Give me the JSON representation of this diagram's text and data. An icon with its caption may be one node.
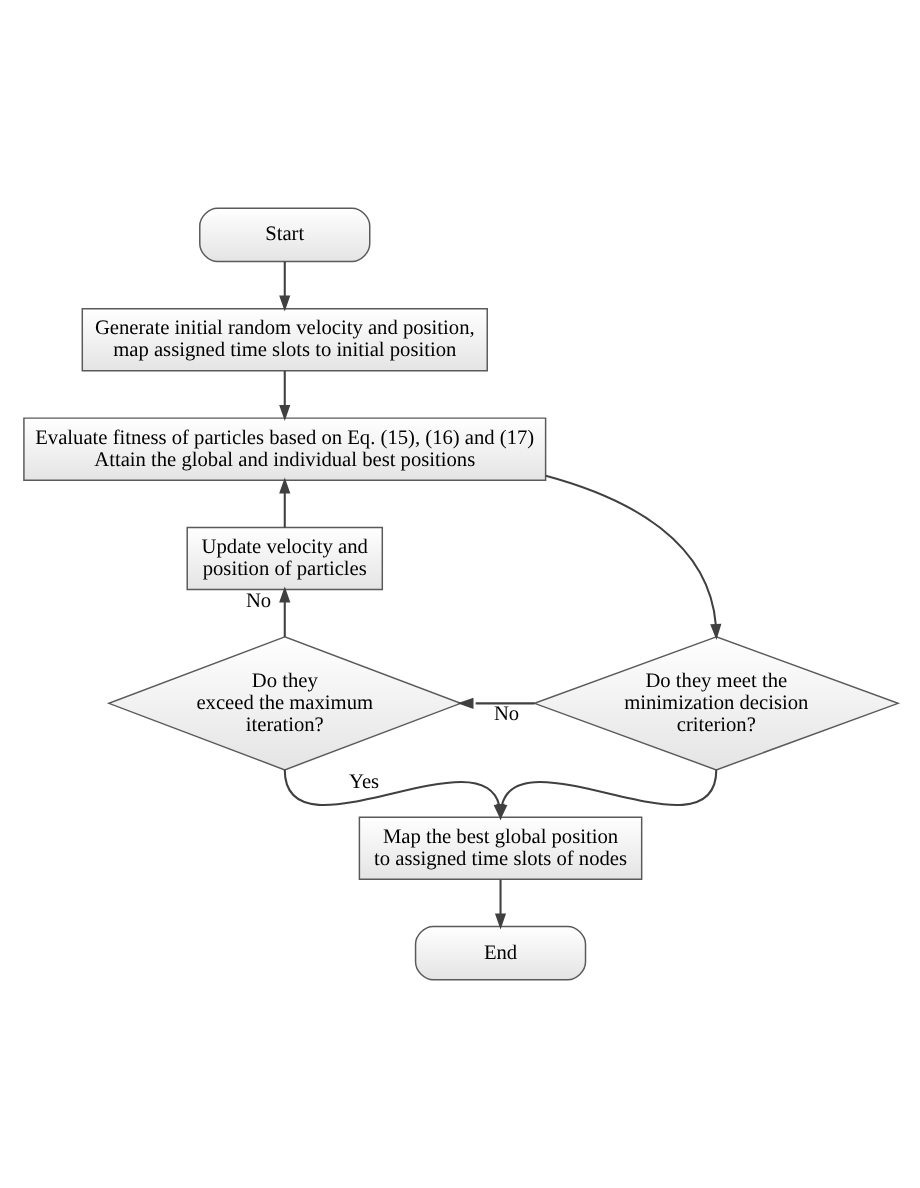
{
  "diagram": {
    "nodes": [
      {
        "text": [
          "Start"
        ]
      },
      {
        "text": [
          "Generate initial random velocity and position, map assigned time slots to initial position"
        ]
      },
      {
        "text": [
          "Evaluate fitness of particles based on Eq. (15), (16) and (17) Attain the global and individual best positions"
        ]
      },
      {
        "text": [
          "Update velocity and position of particles"
        ]
      },
      {
        "text": [
          "Do they exceed the maximum iteration?"
        ]
      },
      {
        "text": [
          "Do they meet the minimization decision criterion?"
        ]
      },
      {
        "text": [
          "Map the best global position to assigned time slots of nodes"
        ]
      },
      {
        "text": [
          "End"
        ]
      }
    ],
    "edges": [
      {
        "from": 0,
        "to": 1,
        "arrow": "to"
      },
      {
        "from": 1,
        "to": 2,
        "arrow": "to"
      },
      {
        "from": 2,
        "to": 5,
        "arrow": "to"
      },
      {
        "from": 5,
        "to": 4,
        "arrow": "to",
        "label": "No"
      },
      {
        "from": 4,
        "to": 3,
        "arrow": "to",
        "label": "No"
      },
      {
        "from": 3,
        "to": 2,
        "arrow": "to"
      },
      {
        "from": 4,
        "to": 6,
        "arrow": "to",
        "label": "Yes"
      },
      {
        "from": 5,
        "to": 6,
        "arrow": "to"
      },
      {
        "from": 6,
        "to": 7,
        "arrow": "to"
      }
    ]
  }
}
